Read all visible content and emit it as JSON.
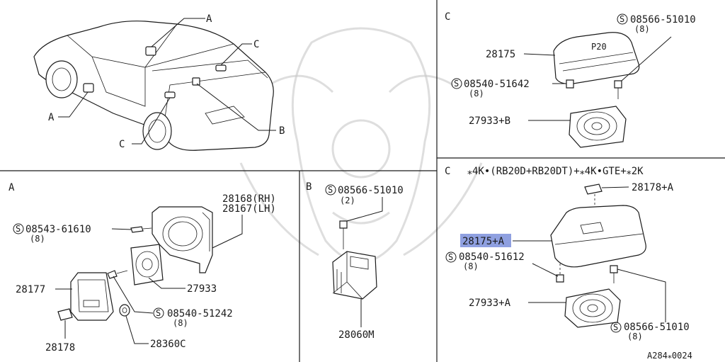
{
  "watermark": "samurai-helmet-watermark",
  "car": {
    "callouts": [
      "A",
      "A",
      "C",
      "C",
      "B"
    ]
  },
  "panel_a": {
    "title": "A",
    "parts": [
      "28168(RH)",
      "28167(LH)",
      "08543-61610",
      "(8)",
      "27933",
      "28177",
      "08540-51242",
      "(8)",
      "28178",
      "28360C"
    ]
  },
  "panel_b": {
    "title": "B",
    "parts": [
      "08566-51010",
      "(2)",
      "28060M"
    ]
  },
  "panel_c1": {
    "title": "C",
    "parts": [
      "08566-51010",
      "(8)",
      "28175",
      "08540-51642",
      "(8)",
      "27933+B"
    ],
    "cover_text": "P20"
  },
  "panel_c2": {
    "title": "C",
    "header": "⁎4K•(RB20D+RB20DT)+⁎4K•GTE+⁎2K",
    "parts": [
      "28178+A",
      "28175+A",
      "08540-51612",
      "(8)",
      "27933+A",
      "08566-51010",
      "(8)"
    ],
    "highlighted": "28175+A"
  },
  "footer": {
    "code": "A284⁎0024"
  },
  "colors": {
    "ink": "#1a1a1a",
    "highlight": "#8fa0e0",
    "watermark": "#c8c8c8"
  }
}
